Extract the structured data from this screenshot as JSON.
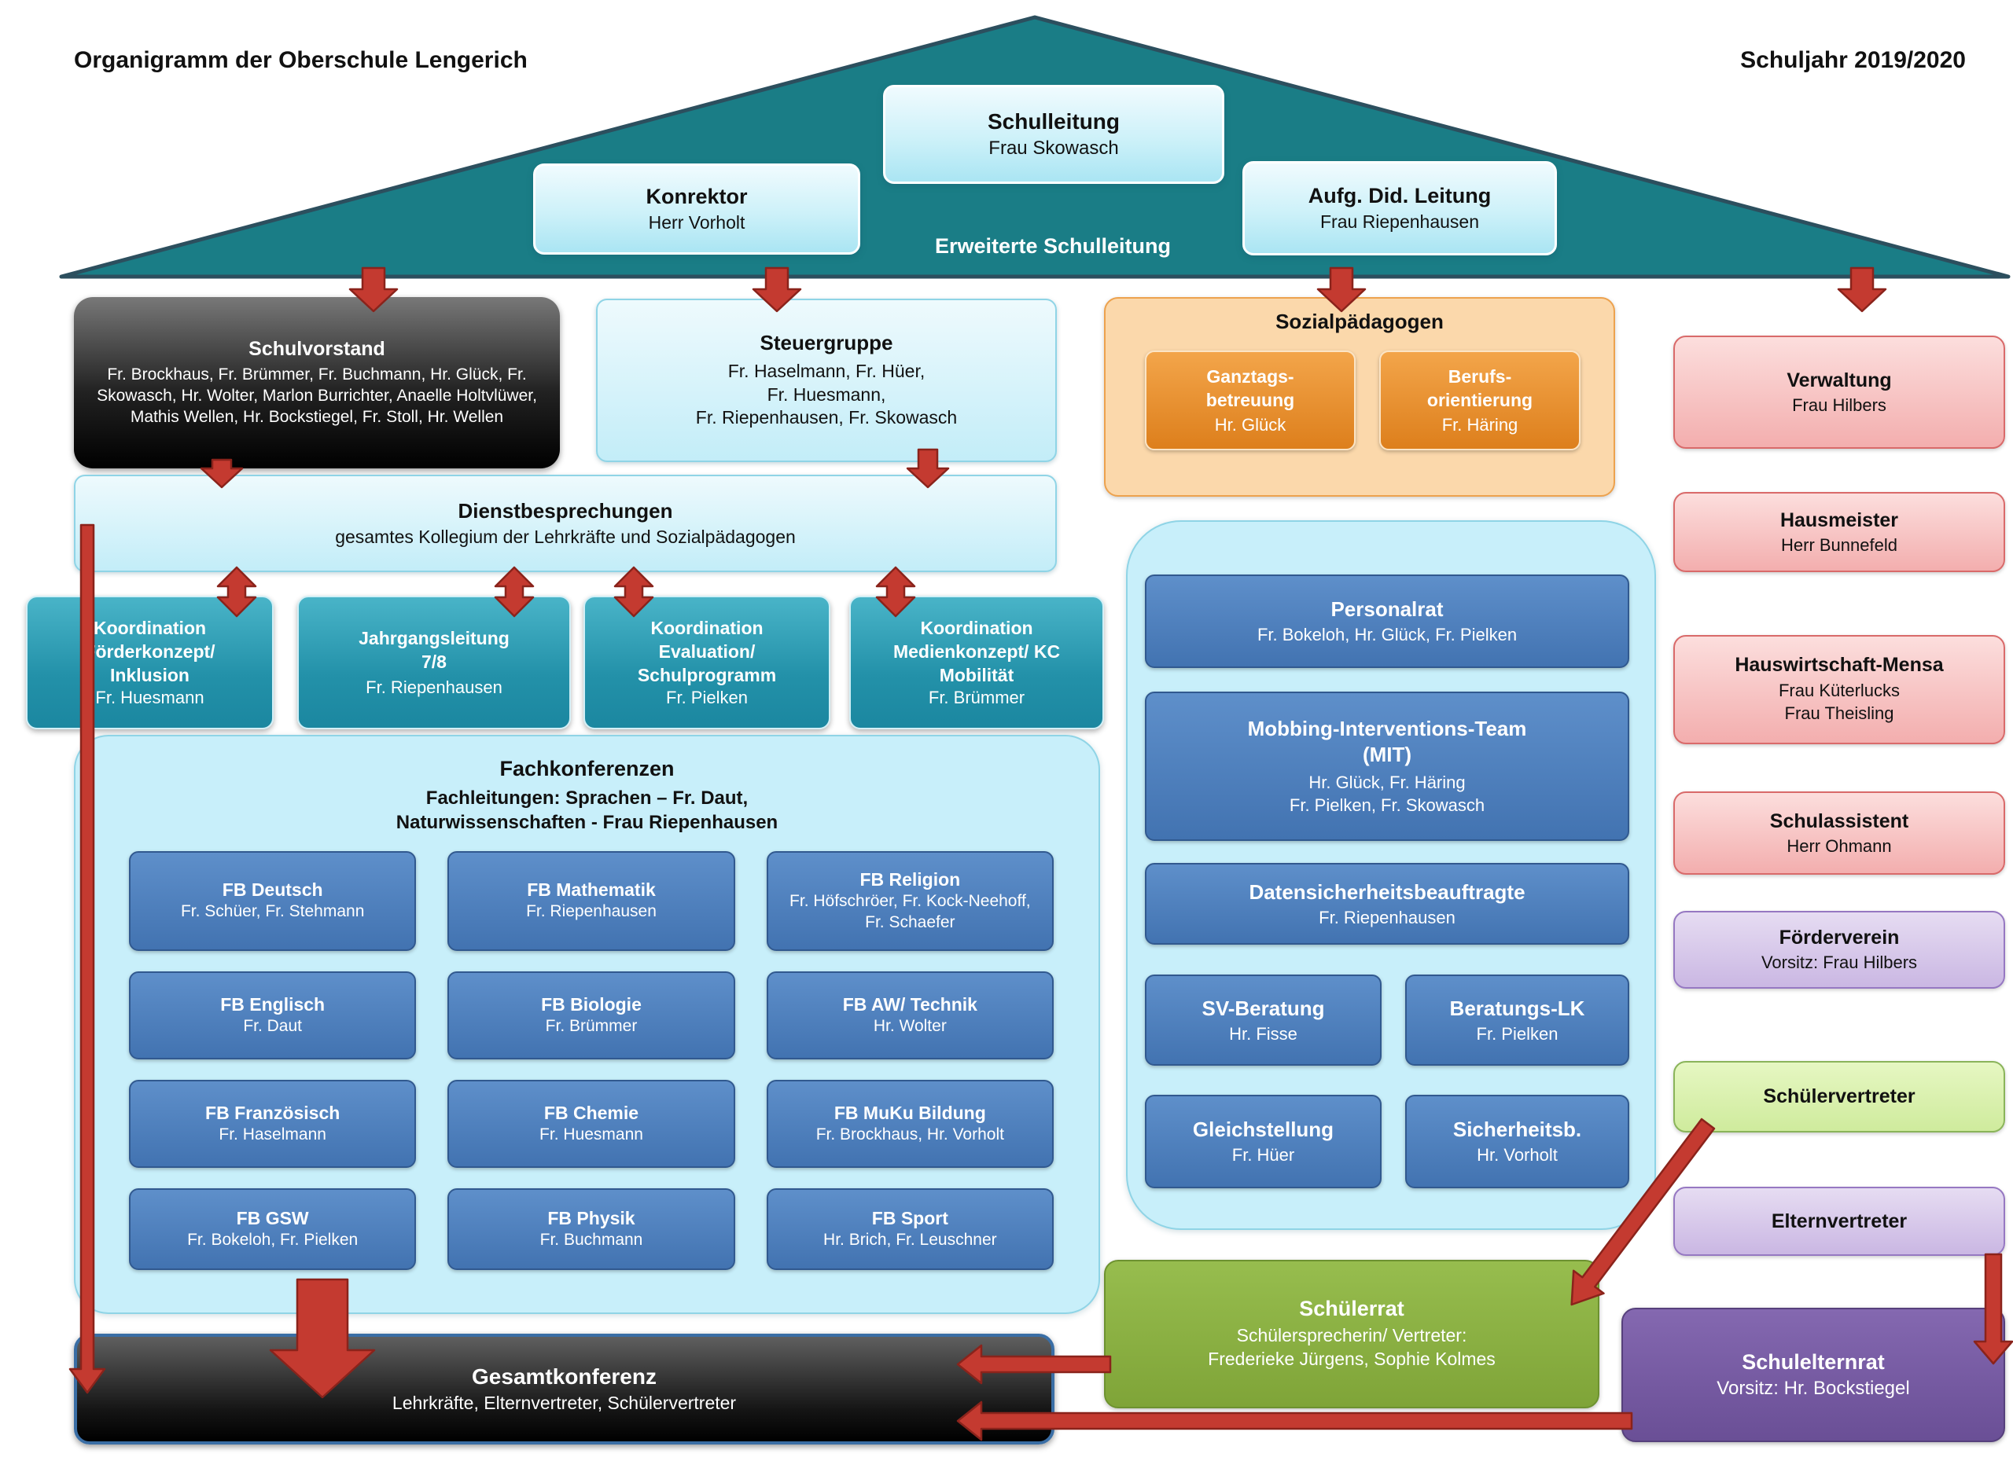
{
  "header": {
    "title": "Organigramm der Oberschule Lengerich",
    "year": "Schuljahr 2019/2020",
    "roof_label": "Erweiterte Schulleitung",
    "schulleitung": {
      "title": "Schulleitung",
      "name": "Frau Skowasch"
    },
    "konrektor": {
      "title": "Konrektor",
      "name": "Herr Vorholt"
    },
    "did_leitung": {
      "title": "Aufg. Did. Leitung",
      "name": "Frau Riepenhausen"
    }
  },
  "schulvorstand": {
    "title": "Schulvorstand",
    "members": "Fr. Brockhaus, Fr. Brümmer, Fr. Buchmann, Hr. Glück, Fr. Skowasch, Hr. Wolter, Marlon Burrichter, Anaelle Holtvlüwer, Mathis Wellen, Hr. Bockstiegel, Fr. Stoll, Hr. Wellen"
  },
  "steuergruppe": {
    "title": "Steuergruppe",
    "members": "Fr. Haselmann, Fr. Hüer,\nFr. Huesmann,\nFr. Riepenhausen, Fr. Skowasch"
  },
  "sozialpaedagogen": {
    "title": "Sozialpädagogen",
    "boxes": [
      {
        "title": "Ganztags-\nbetreuung",
        "name": "Hr. Glück"
      },
      {
        "title": "Berufs-\norientierung",
        "name": "Fr. Häring"
      }
    ]
  },
  "dienstbesprechungen": {
    "title": "Dienstbesprechungen",
    "subtitle": "gesamtes Kollegium der Lehrkräfte und Sozialpädagogen"
  },
  "koordination": [
    {
      "title": "Koordination\nFörderkonzept/\nInklusion",
      "name": "Fr. Huesmann"
    },
    {
      "title": "Jahrgangsleitung\n7/8",
      "name": "Fr. Riepenhausen"
    },
    {
      "title": "Koordination\nEvaluation/\nSchulprogramm",
      "name": "Fr. Pielken"
    },
    {
      "title": "Koordination\nMedienkonzept/ KC\nMobilität",
      "name": "Fr. Brümmer"
    }
  ],
  "fachkonferenzen": {
    "title": "Fachkonferenzen",
    "subtitle": "Fachleitungen: Sprachen – Fr. Daut,\nNaturwissenschaften - Frau Riepenhausen",
    "boxes": [
      {
        "title": "FB Deutsch",
        "name": "Fr. Schüer, Fr. Stehmann"
      },
      {
        "title": "FB Mathematik",
        "name": "Fr. Riepenhausen"
      },
      {
        "title": "FB Religion",
        "name": "Fr. Höfschröer, Fr. Kock-Neehoff, Fr. Schaefer"
      },
      {
        "title": "FB Englisch",
        "name": "Fr. Daut"
      },
      {
        "title": "FB Biologie",
        "name": "Fr. Brümmer"
      },
      {
        "title": "FB AW/ Technik",
        "name": "Hr. Wolter"
      },
      {
        "title": "FB Französisch",
        "name": "Fr. Haselmann"
      },
      {
        "title": "FB Chemie",
        "name": "Fr. Huesmann"
      },
      {
        "title": "FB MuKu Bildung",
        "name": "Fr. Brockhaus, Hr. Vorholt"
      },
      {
        "title": "FB GSW",
        "name": "Fr. Bokeloh, Fr. Pielken"
      },
      {
        "title": "FB Physik",
        "name": "Fr. Buchmann"
      },
      {
        "title": "FB Sport",
        "name": "Hr. Brich, Fr. Leuschner"
      }
    ]
  },
  "gesamtkonferenz": {
    "title": "Gesamtkonferenz",
    "subtitle": "Lehrkräfte, Elternvertreter, Schülervertreter"
  },
  "gremien": {
    "personalrat": {
      "title": "Personalrat",
      "name": "Fr. Bokeloh, Hr. Glück, Fr. Pielken"
    },
    "mit": {
      "title": "Mobbing-Interventions-Team\n(MIT)",
      "name": "Hr. Glück, Fr. Häring\nFr. Pielken, Fr. Skowasch"
    },
    "datenschutz": {
      "title": "Datensicherheitsbeauftragte",
      "name": "Fr. Riepenhausen"
    },
    "sv_beratung": {
      "title": "SV-Beratung",
      "name": "Hr. Fisse"
    },
    "beratungs_lk": {
      "title": "Beratungs-LK",
      "name": "Fr. Pielken"
    },
    "gleichstellung": {
      "title": "Gleichstellung",
      "name": "Fr. Hüer"
    },
    "sicherheitsb": {
      "title": "Sicherheitsb.",
      "name": "Hr. Vorholt"
    }
  },
  "rechte_spalte": {
    "verwaltung": {
      "title": "Verwaltung",
      "name": "Frau Hilbers"
    },
    "hausmeister": {
      "title": "Hausmeister",
      "name": "Herr Bunnefeld"
    },
    "hauswirtschaft": {
      "title": "Hauswirtschaft-Mensa",
      "name": "Frau Küterlucks\nFrau Theisling"
    },
    "schulassistent": {
      "title": "Schulassistent",
      "name": "Herr Ohmann"
    },
    "foerderverein": {
      "title": "Förderverein",
      "name": "Vorsitz: Frau Hilbers"
    },
    "schuelervertreter": {
      "title": "Schülervertreter"
    },
    "elternvertreter": {
      "title": "Elternvertreter"
    }
  },
  "schuelerrat": {
    "title": "Schülerrat",
    "subtitle": "Schülersprecherin/ Vertreter:\nFrederieke Jürgens, Sophie Kolmes"
  },
  "schulelternrat": {
    "title": "Schulelternrat",
    "name": "Vorsitz: Hr. Bockstiegel"
  },
  "colors": {
    "roof_teal": "#1a7d86",
    "light_cyan": "#c8effa",
    "teal_box": "#2391a9",
    "blue_box": "#4a7ebc",
    "arrow_red": "#c43a30",
    "orange": "#e8882a",
    "pink": "#f3aeae",
    "green_schuelerrat": "#8ab141",
    "purple_schulelternrat": "#7a5ea7",
    "black_box": "#1a1a1a"
  }
}
